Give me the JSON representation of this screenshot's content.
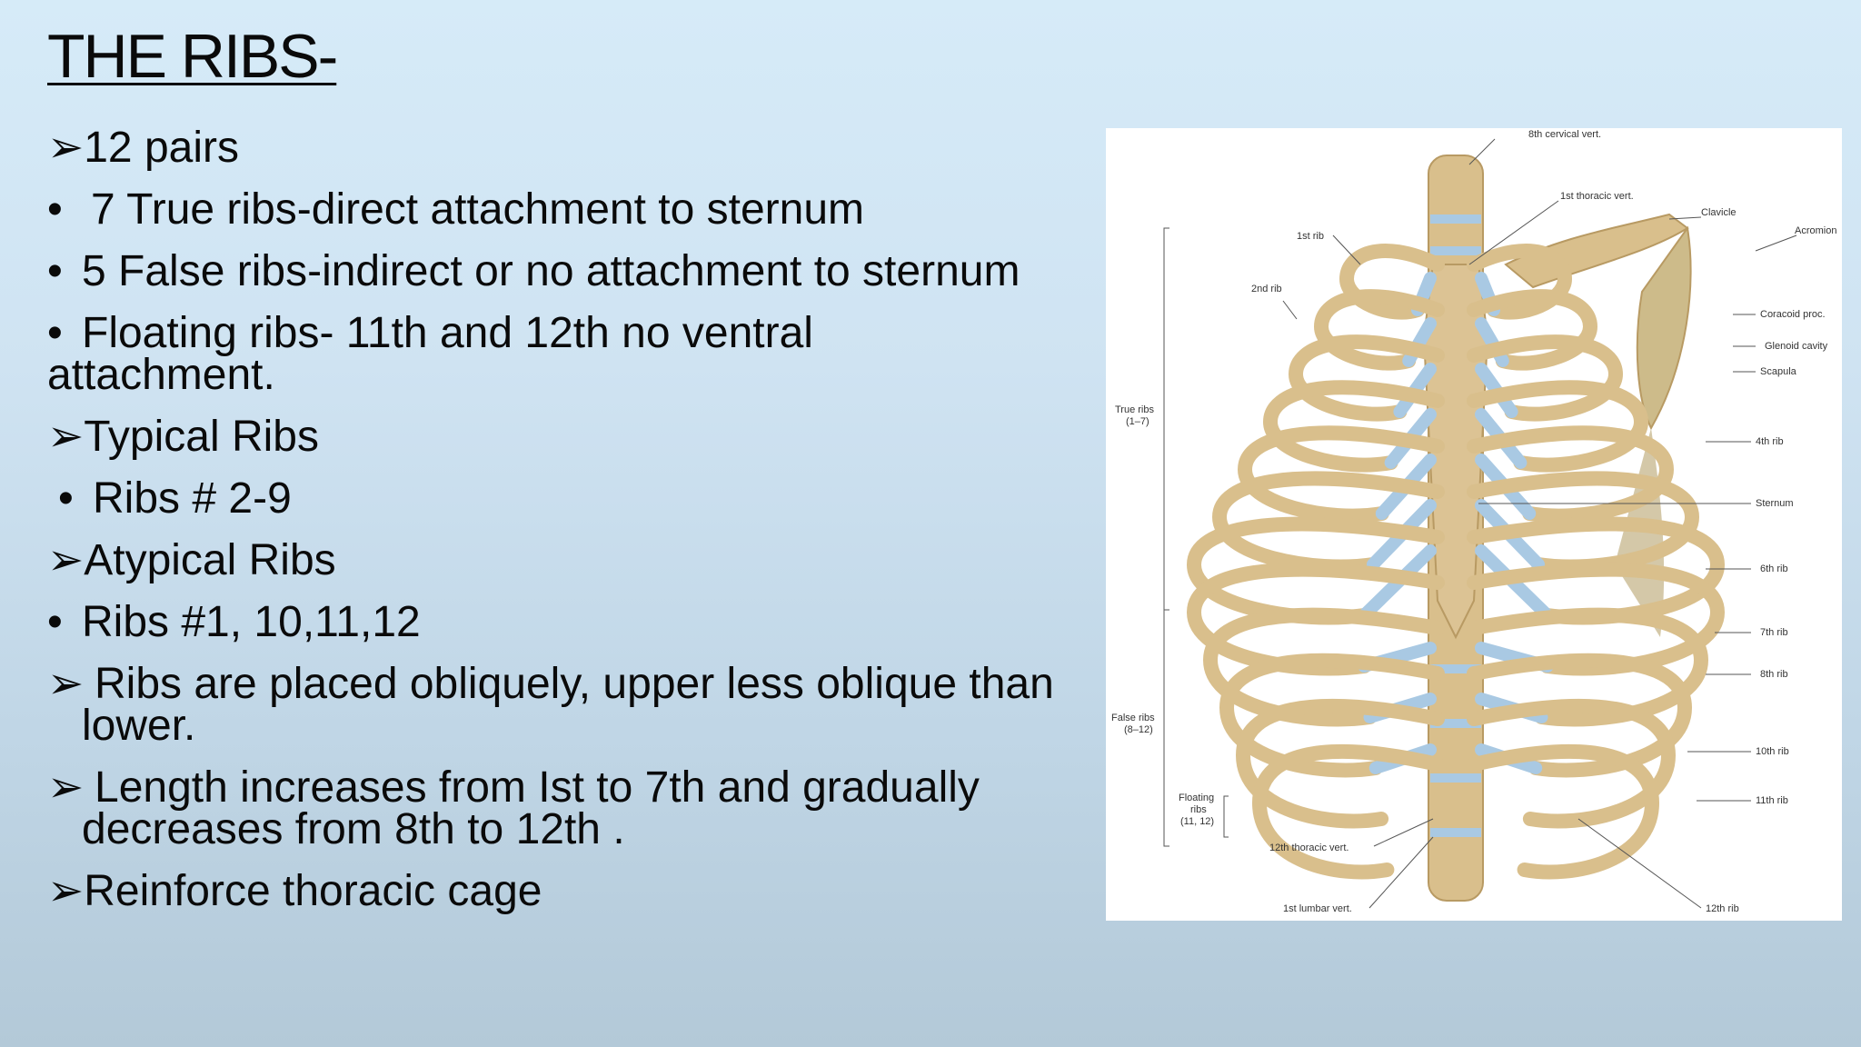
{
  "slide": {
    "title": "THE RIBS-",
    "items": [
      {
        "marker": "➢",
        "text": "12 pairs"
      },
      {
        "marker": "•",
        "text": "7 True ribs-direct attachment to sternum"
      },
      {
        "marker": "•",
        "text": "5 False ribs-indirect or no attachment to sternum"
      },
      {
        "marker": "•",
        "text": "Floating ribs- 11th and 12th no ventral",
        "continuation": "attachment."
      },
      {
        "marker": "➢",
        "text": "Typical Ribs"
      },
      {
        "marker": "•",
        "text": "Ribs # 2-9"
      },
      {
        "marker": "➢",
        "text": "Atypical Ribs"
      },
      {
        "marker": "•",
        "text": "Ribs #1, 10,11,12"
      },
      {
        "marker": "➢",
        "text": "Ribs are placed obliquely, upper less oblique than",
        "continuation": "lower."
      },
      {
        "marker": "➢",
        "text": "Length increases from Ist to 7th and gradually",
        "continuation": "decreases from 8th to 12th ."
      },
      {
        "marker": "➢",
        "text": "Reinforce thoracic cage"
      }
    ]
  },
  "figure": {
    "labels": {
      "c8": "8th cervical vert.",
      "t1": "1st thoracic vert.",
      "clavicle": "Clavicle",
      "acromion": "Acromion",
      "rib1": "1st rib",
      "rib2": "2nd rib",
      "coracoid": "Coracoid proc.",
      "glenoid": "Glenoid cavity",
      "scapula": "Scapula",
      "true_ribs": "True ribs",
      "true_range": "(1–7)",
      "rib4": "4th rib",
      "sternum": "Sternum",
      "rib6": "6th rib",
      "rib7": "7th rib",
      "rib8": "8th rib",
      "false_ribs": "False ribs",
      "false_range": "(8–12)",
      "rib10": "10th rib",
      "floating_a": "Floating",
      "floating_b": "ribs",
      "floating_c": "(11, 12)",
      "rib11": "11th rib",
      "t12": "12th thoracic vert.",
      "l1": "1st lumbar vert.",
      "rib12": "12th rib"
    },
    "colors": {
      "bone": "#d9bf8c",
      "bone_dark": "#b89a63",
      "cartilage": "#a9c9e3"
    }
  }
}
